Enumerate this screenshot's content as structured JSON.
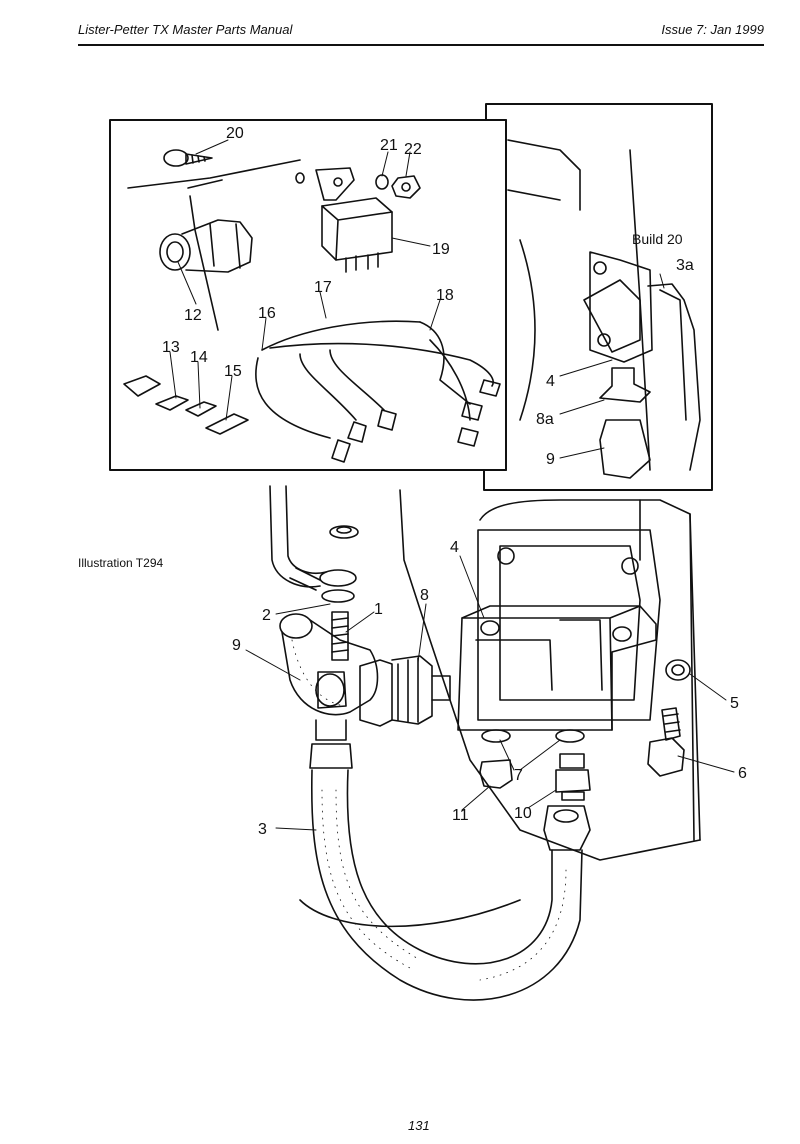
{
  "header": {
    "title": "Lister-Petter TX Master Parts Manual",
    "issue": "Issue 7: Jan 1999"
  },
  "illustration": {
    "caption": "Illustration T294",
    "inset_label": "Build 20",
    "callouts_upper": [
      "20",
      "21",
      "22",
      "19",
      "12",
      "17",
      "18",
      "16",
      "13",
      "14",
      "15"
    ],
    "callouts_inset": [
      "3a",
      "4",
      "8a",
      "9"
    ],
    "callouts_main": [
      "4",
      "8",
      "2",
      "1",
      "9",
      "5",
      "6",
      "7",
      "11",
      "10",
      "3"
    ]
  },
  "footer": {
    "page_number": "131"
  }
}
